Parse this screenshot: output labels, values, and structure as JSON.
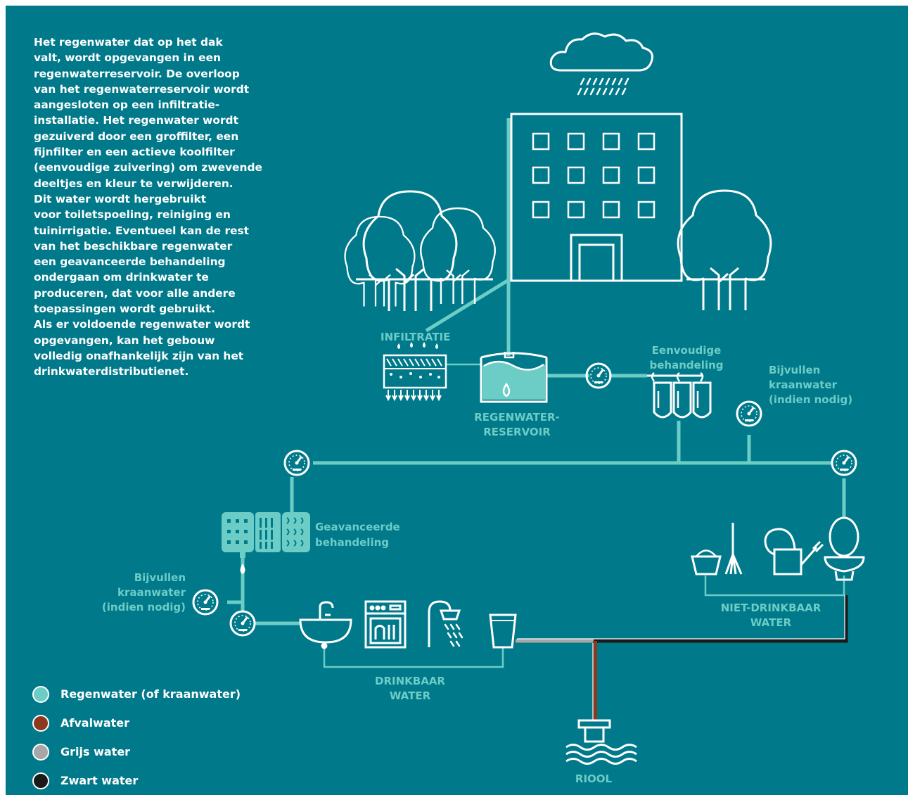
{
  "intro_text": "Het regenwater dat op het dak\nvalt, wordt opgevangen in een\nregenwaterreservoir. De overloop\nvan het regenwaterreservoir wordt\naangesloten op een infiltratie-\ninstallatie. Het regenwater wordt\ngezuiverd door een groffilter, een\nfijnfilter en een actieve koolfilter\n(eenvoudige zuivering) om zwevende\ndeeltjes en kleur te verwijderen.\nDit water wordt hergebruikt\nvoor toiletspoeling, reiniging en\ntuinirrigatie. Eventueel kan de rest\nvan het beschikbare regenwater\neen geavanceerde behandeling\nondergaan om drinkwater te\nproduceren, dat voor alle andere\ntoepassingen wordt gebruikt.\nAls er voldoende regenwater wordt\nopgevangen, kan het gebouw\nvolledig onafhankelijk zijn van het\ndrinkwaterdistributienet.",
  "labels": {
    "infiltratie": "INFILTRATIE",
    "reservoir": [
      "REGENWATER-",
      "RESERVOIR"
    ],
    "eenvoudige": [
      "Eenvoudige",
      "behandeling"
    ],
    "bijvullen_right": [
      "Bijvullen",
      "kraanwater",
      "(indien nodig)"
    ],
    "geavanceerde": [
      "Geavanceerde",
      "behandeling"
    ],
    "bijvullen_left": [
      "Bijvullen",
      "kraanwater",
      "(indien nodig)"
    ],
    "niet_drinkbaar": [
      "NIET-DRINKBAAR",
      "WATER"
    ],
    "drinkbaar": [
      "DRINKBAAR",
      "WATER"
    ],
    "riool": "RIOOL"
  },
  "legend": [
    {
      "label": "Regenwater (of kraanwater)",
      "color": "#6ccdc6"
    },
    {
      "label": "Afvalwater",
      "color": "#8b3a1f"
    },
    {
      "label": "Grijs water",
      "color": "#a7a7a7"
    },
    {
      "label": "Zwart water",
      "color": "#1a1a1a"
    }
  ],
  "colors": {
    "background": "#00798a",
    "pipe": "#6ccdc6",
    "line_art": "#ffffff",
    "label": "#6ccdc6"
  }
}
